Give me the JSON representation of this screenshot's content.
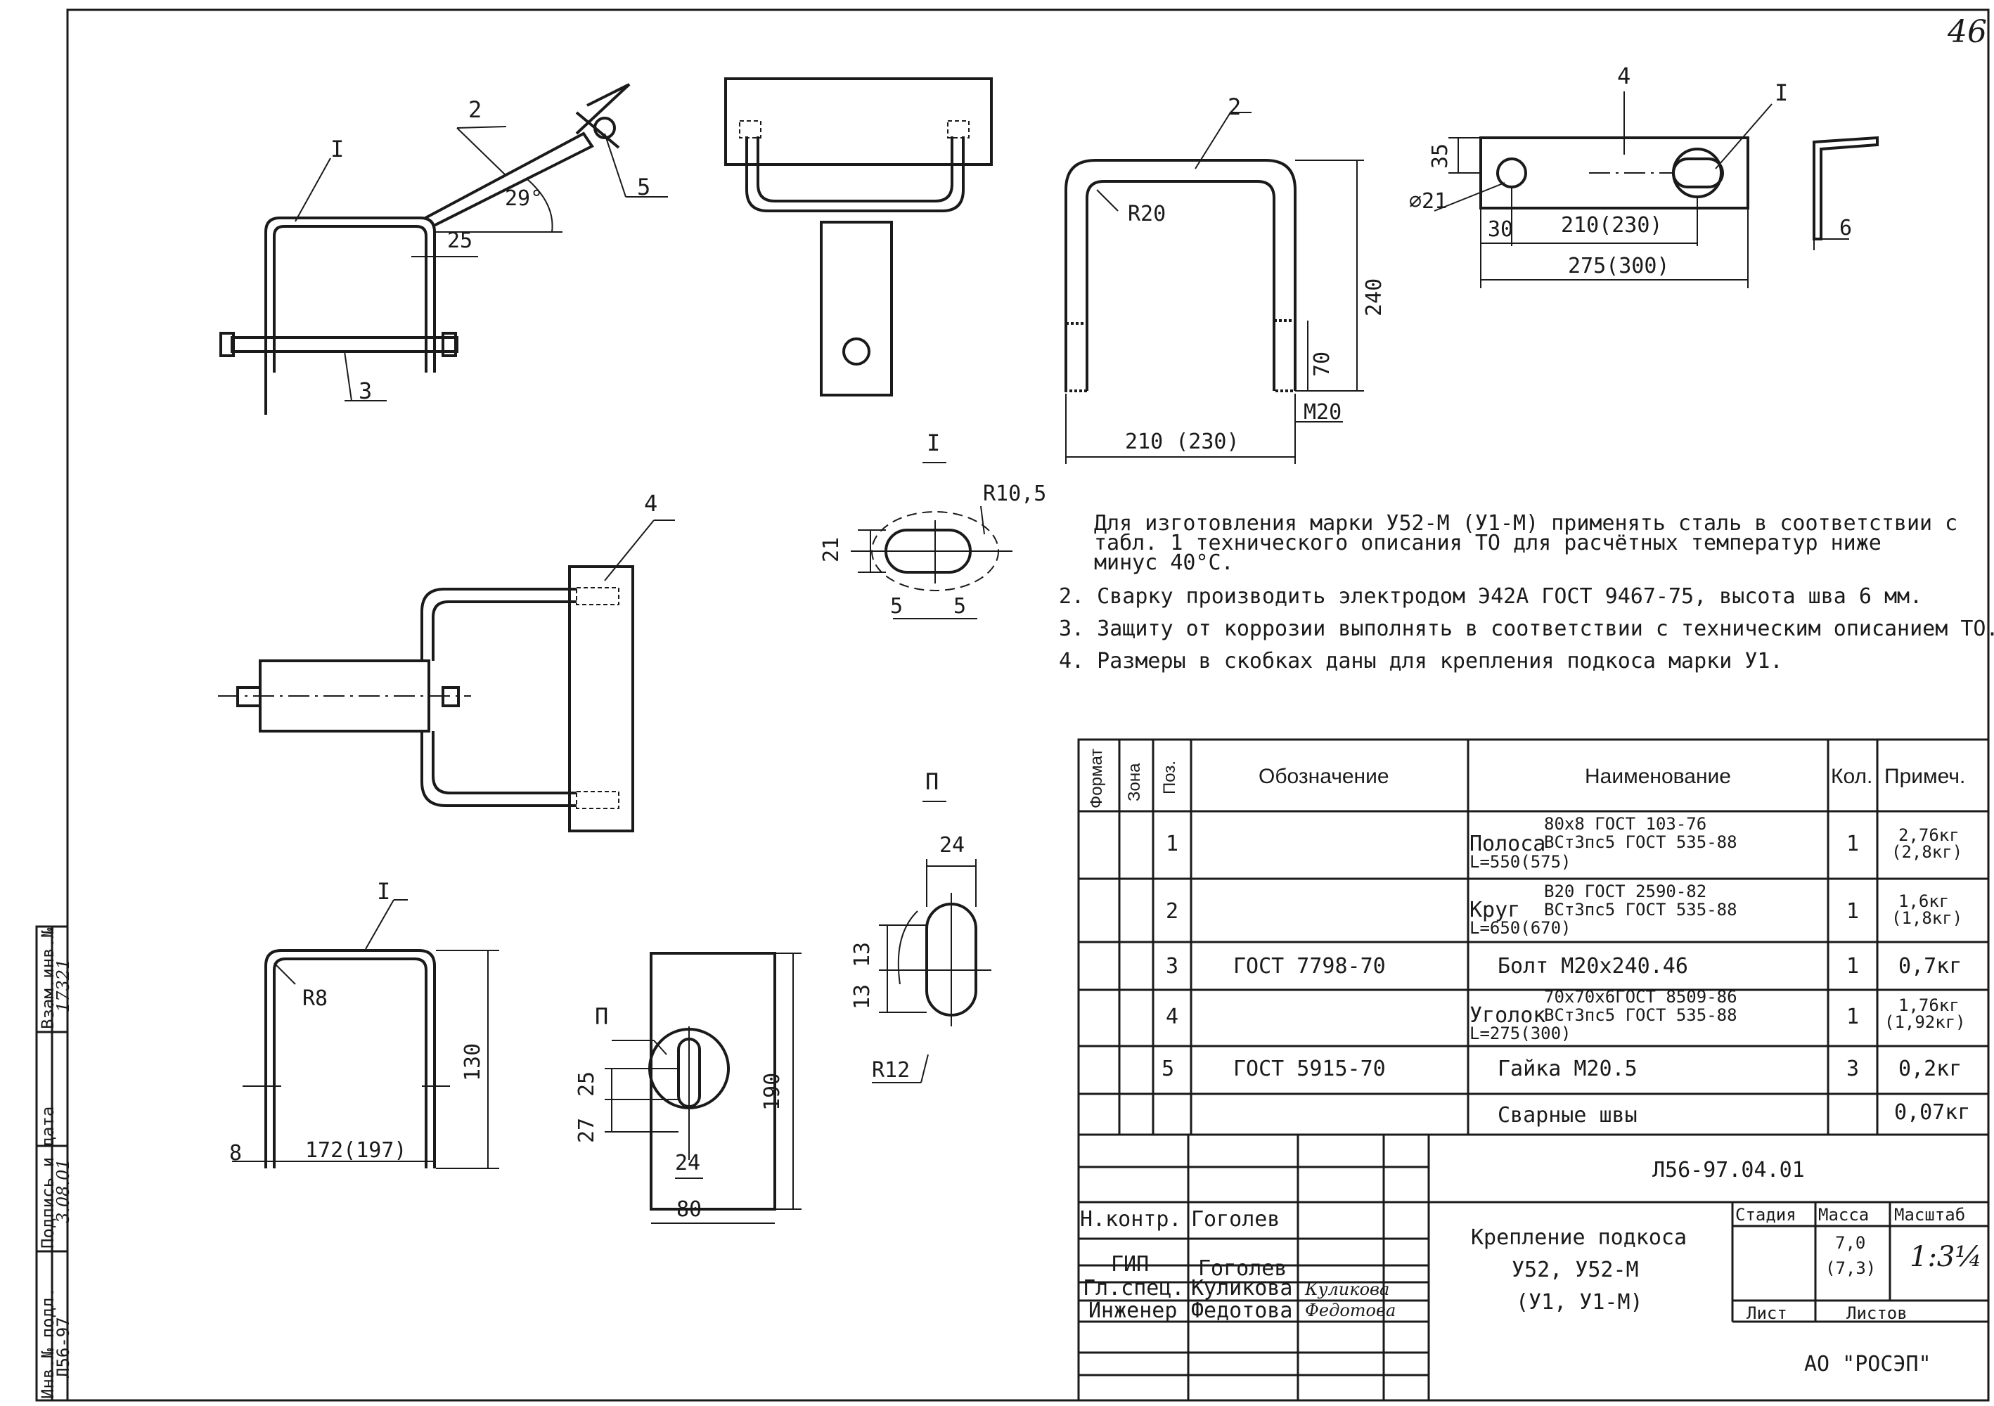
{
  "sheet_number": "46",
  "left_stamp": {
    "inv_no_label": "Инв.№ подл.",
    "signature_date_label": "Подпись и дата",
    "replaced_inv_label": "Взам.инв.№",
    "inv_no_value": "Л56-97",
    "date_value": "3.08.01",
    "replaced_value": "17321"
  },
  "drawings": {
    "view1": {
      "pos_I": "I",
      "pos_2": "2",
      "pos_3": "3",
      "pos_5": "5",
      "angle": "29°",
      "dim_25": "25"
    },
    "view3": {
      "pos_2": "2",
      "radius": "R20",
      "height": "240",
      "thread_len": "70",
      "thread": "M20",
      "width": "210 (230)"
    },
    "view4": {
      "pos_4": "4",
      "pos_I": "I",
      "dim_35": "35",
      "hole": "⌀21",
      "dim_30": "30",
      "dim_210": "210(230)",
      "dim_275": "275(300)"
    },
    "view5": {
      "dim_6": "6"
    },
    "view_detail_I": {
      "title": "I",
      "radius": "R10,5",
      "dim_21": "21",
      "dim_5a": "5",
      "dim_5b": "5"
    },
    "view_side": {
      "pos_4": "4"
    },
    "view_detail_P": {
      "title": "П",
      "dim_24": "24",
      "dim_13a": "13",
      "dim_13b": "13",
      "radius": "R12"
    },
    "view_ubolt": {
      "pos_I": "I",
      "radius": "R8",
      "height": "130",
      "dim_8": "8",
      "width": "172(197)"
    },
    "view_plate": {
      "pos_P": "П",
      "height": "190",
      "dim_25": "25",
      "dim_27": "27",
      "dim_24": "24",
      "width": "80"
    }
  },
  "notes": [
    "Для изготовления марки У52-М (У1-М) применять сталь в соответствии с",
    "табл. 1 технического описания ТО для расчётных температур ниже",
    "минус 40°С.",
    "2. Сварку производить электродом Э42А ГОСТ 9467-75, высота шва 6 мм.",
    "3. Защиту от коррозии выполнять в соответствии с техническим описанием ТО.",
    "4. Размеры в скобках даны для крепления подкоса марки У1."
  ],
  "spec_table": {
    "headers": {
      "format": "Формат",
      "zone": "Зона",
      "pos": "Поз.",
      "designation": "Обозначение",
      "name": "Наименование",
      "qty": "Кол.",
      "note": "Примеч."
    },
    "rows": [
      {
        "pos": "1",
        "designation": "",
        "name_prefix": "Полоса",
        "name_top": "80x8 ГОСТ 103-76",
        "name_bottom": "ВСт3пс5 ГОСТ 535-88",
        "name_extra": "L=550(575)",
        "qty": "1",
        "note1": "2,76кг",
        "note2": "(2,8кг)"
      },
      {
        "pos": "2",
        "designation": "",
        "name_prefix": "Круг",
        "name_top": "В20 ГОСТ 2590-82",
        "name_bottom": "ВСт3пс5 ГОСТ 535-88",
        "name_extra": "L=650(670)",
        "qty": "1",
        "note1": "1,6кг",
        "note2": "(1,8кг)"
      },
      {
        "pos": "3",
        "designation": "ГОСТ 7798-70",
        "name_prefix": "Болт М20х240.46",
        "name_top": "",
        "name_bottom": "",
        "name_extra": "",
        "qty": "1",
        "note1": "0,7кг",
        "note2": ""
      },
      {
        "pos": "4",
        "designation": "",
        "name_prefix": "Уголок",
        "name_top": "70х70х6ГОСТ 8509-86",
        "name_bottom": "ВСт3пс5 ГОСТ 535-88",
        "name_extra": "L=275(300)",
        "qty": "1",
        "note1": "1,76кг",
        "note2": "(1,92кг)"
      },
      {
        "pos": "5",
        "designation": "ГОСТ 5915-70",
        "name_prefix": "Гайка М20.5",
        "name_top": "",
        "name_bottom": "",
        "name_extra": "",
        "qty": "3",
        "note1": "0,2кг",
        "note2": ""
      },
      {
        "pos": "",
        "designation": "",
        "name_prefix": "Сварные швы",
        "name_top": "",
        "name_bottom": "",
        "name_extra": "",
        "qty": "",
        "note1": "0,07кг",
        "note2": ""
      }
    ]
  },
  "title_block": {
    "doc_code": "Л56-97.04.01",
    "roles": [
      {
        "role": "Н.контр.",
        "name": "Гоголев",
        "sig": ""
      },
      {
        "role": "ГИП",
        "name": "Гоголев",
        "sig": ""
      },
      {
        "role": "Гл.спец.",
        "name": "Куликова",
        "sig": "Куликова"
      },
      {
        "role": "Инженер",
        "name": "Федотова",
        "sig": "Федотова"
      }
    ],
    "title_line1": "Крепление подкоса",
    "title_line2": "У52, У52-М",
    "title_line3": "(У1, У1-М)",
    "stage_label": "Стадия",
    "mass_label": "Масса",
    "scale_label": "Масштаб",
    "mass_value": "7,0",
    "mass_value2": "(7,3)",
    "scale_value": "1:3¼",
    "sheet_label": "Лист",
    "sheets_label": "Листов",
    "org": "АО \"РОСЭП\""
  }
}
